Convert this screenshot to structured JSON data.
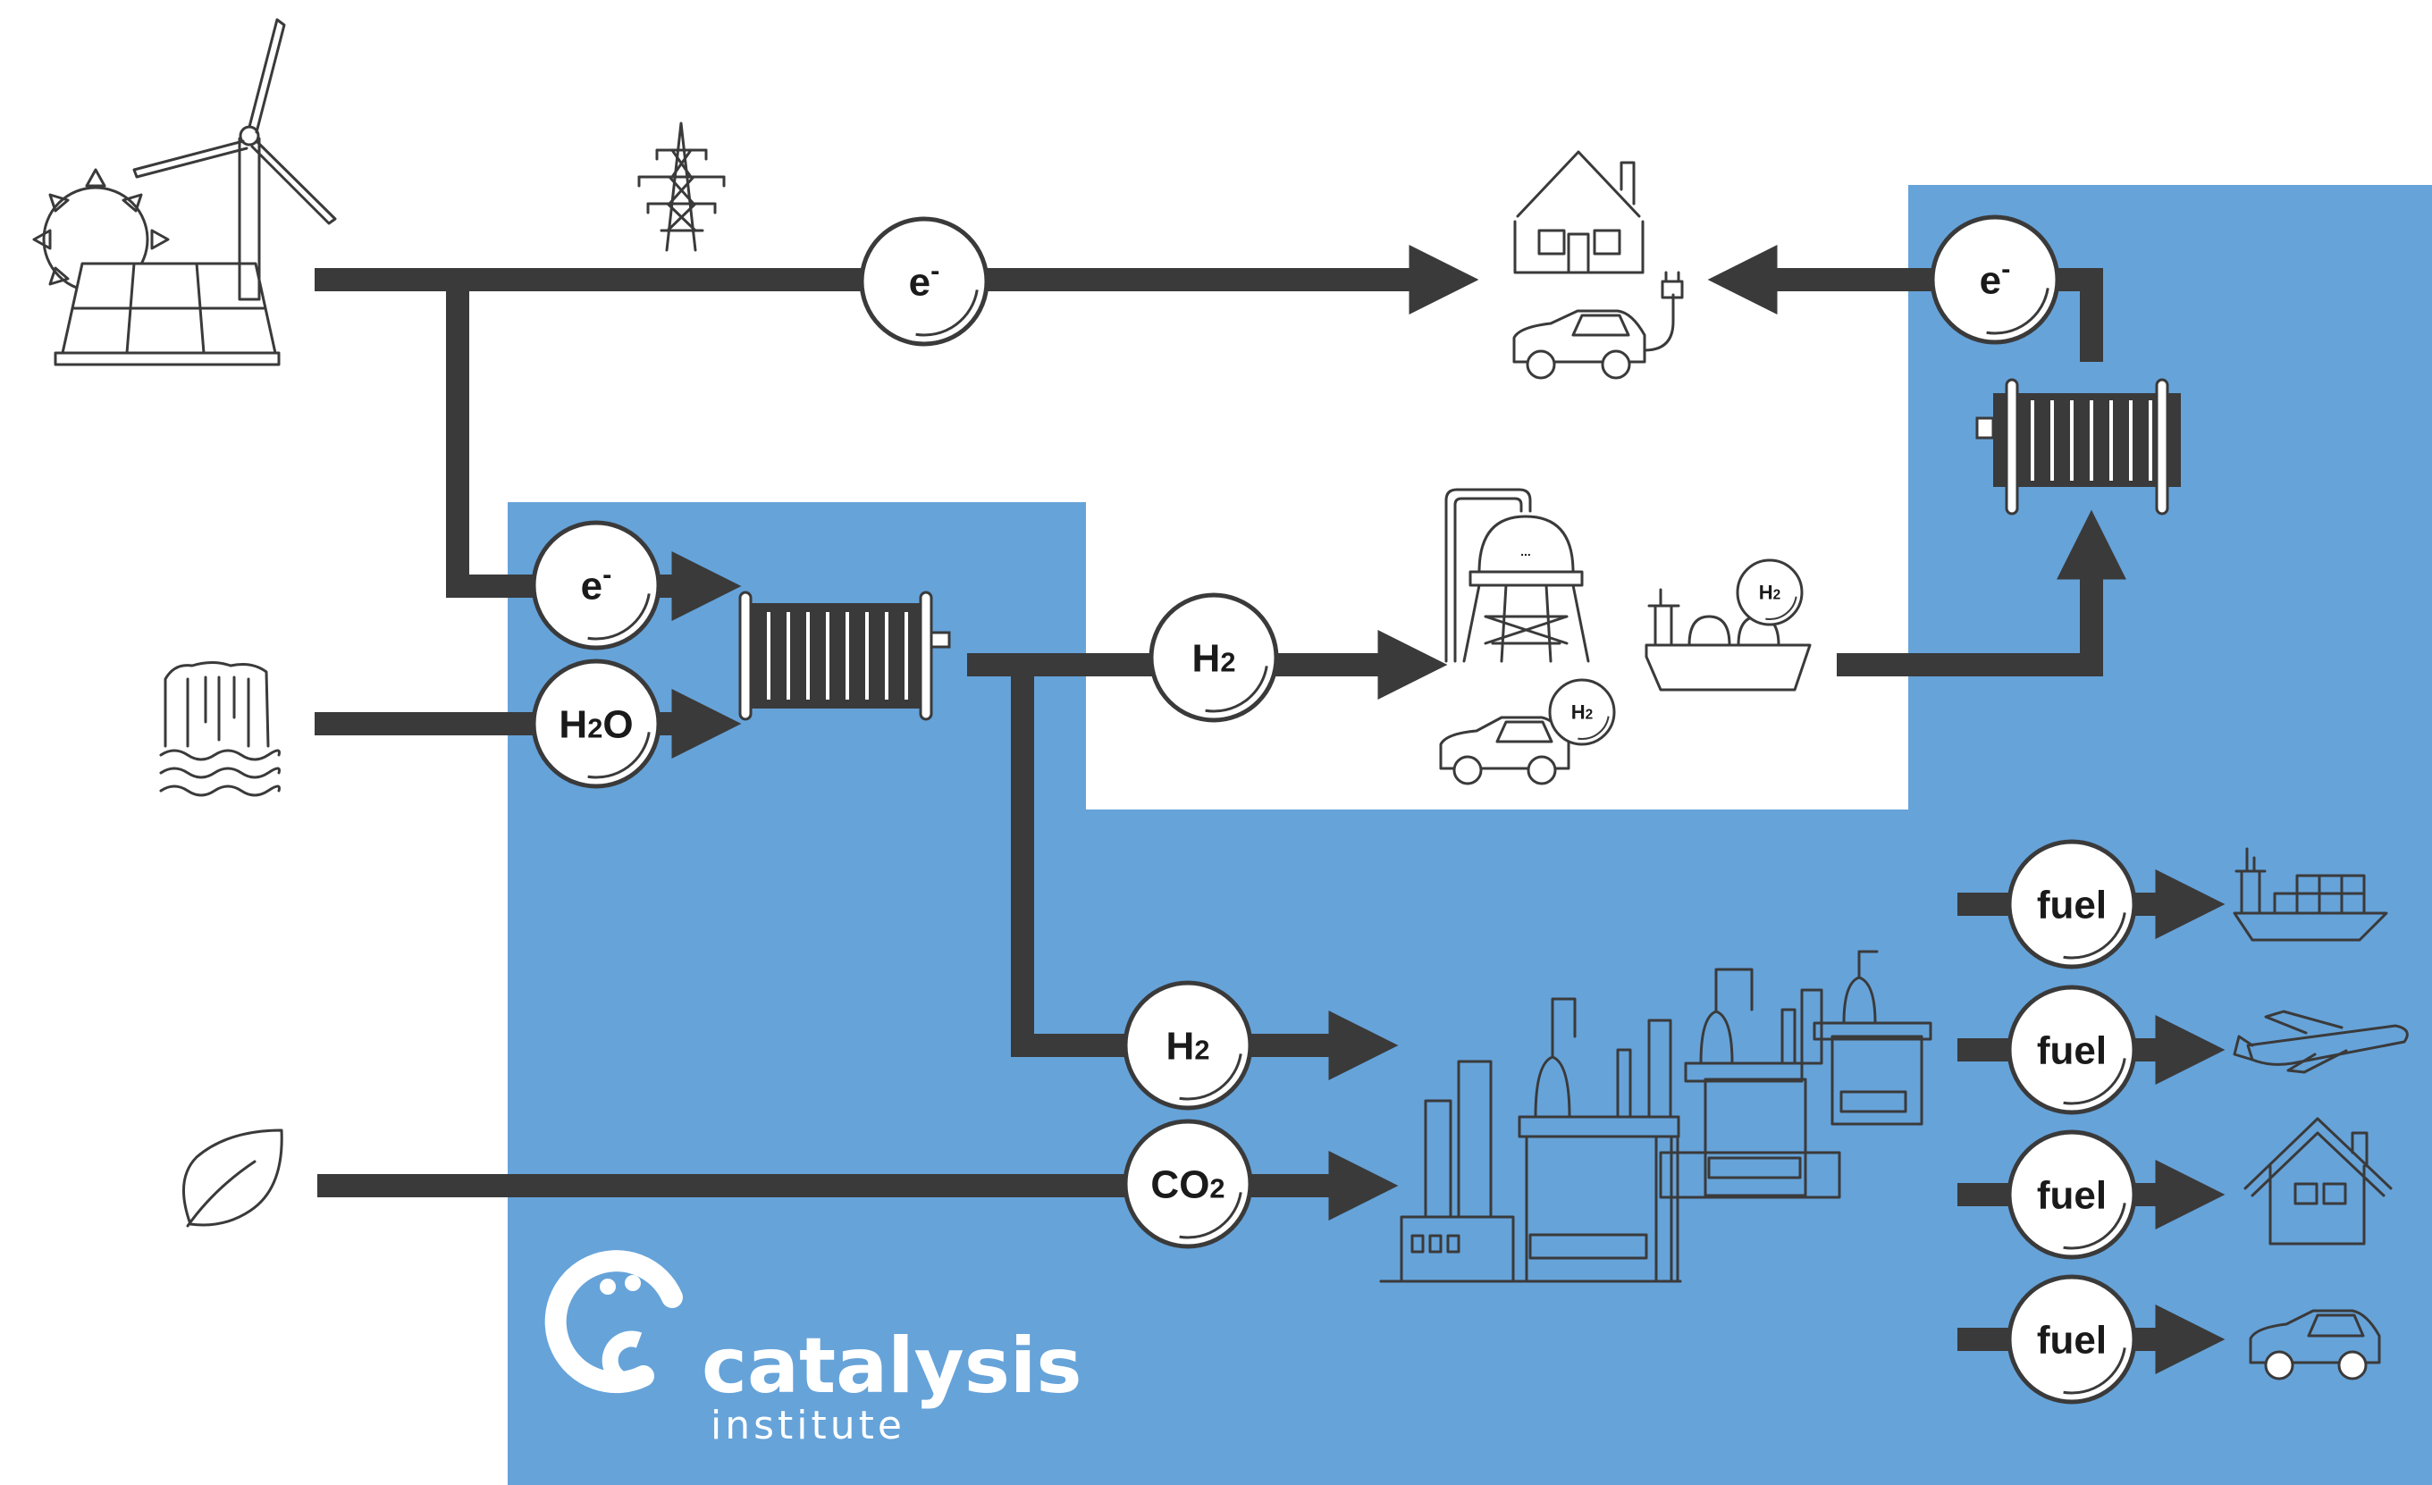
{
  "colors": {
    "background": "#ffffff",
    "panel_blue": "#66a3d9",
    "flow_line": "#3a3a3a",
    "bubble_fill": "#ffffff",
    "logo_white": "#ffffff"
  },
  "bubbles": {
    "electricity_top": {
      "main": "e",
      "sup": "-"
    },
    "electricity_right": {
      "main": "e",
      "sup": "-"
    },
    "electricity_input": {
      "main": "e",
      "sup": "-"
    },
    "water_input": {
      "main": "H",
      "sub": "2",
      "tail": "O"
    },
    "hydrogen_storage": {
      "main": "H",
      "sub": "2"
    },
    "hydrogen_synthesis": {
      "main": "H",
      "sub": "2"
    },
    "co2_input": {
      "main": "CO",
      "sub": "2"
    },
    "fuel_ship": "fuel",
    "fuel_plane": "fuel",
    "fuel_house": "fuel",
    "fuel_car": "fuel"
  },
  "small_badges": {
    "ship_h2": {
      "main": "H",
      "sub": "2"
    },
    "car_h2": {
      "main": "H",
      "sub": "2"
    }
  },
  "icons": {
    "renewables": "solar-panel-wind-turbine-icon",
    "pylon": "power-pylon-icon",
    "house_top": "house-icon",
    "ev_car": "electric-car-icon",
    "fuel_cell": "fuel-cell-stack-icon",
    "electrolyzer": "electrolyzer-stack-icon",
    "water": "waterfall-icon",
    "h2_tank": "hydrogen-storage-tank-icon",
    "h2_ship": "hydrogen-tanker-ship-icon",
    "h2_car": "hydrogen-car-icon",
    "leaf": "leaf-icon",
    "refinery": "refinery-plant-icon",
    "cargo_ship": "cargo-ship-icon",
    "airplane": "airplane-icon",
    "house_bottom": "house-icon",
    "car_bottom": "car-icon"
  },
  "logo": {
    "name": "catalysis",
    "subtitle": "institute"
  }
}
